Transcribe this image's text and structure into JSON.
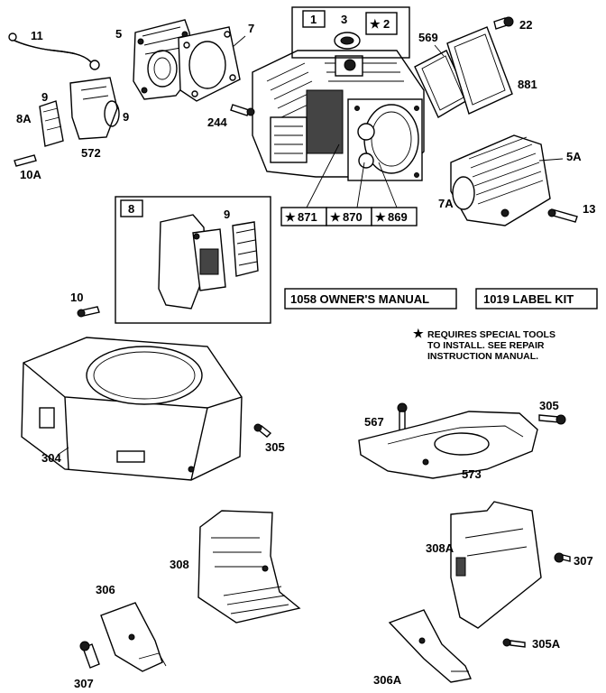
{
  "labels": {
    "p11": "11",
    "p5": "5",
    "p7": "7",
    "p1": "1",
    "p3": "3",
    "p2": "2",
    "p22": "22",
    "p569": "569",
    "p881": "881",
    "p9a": "9",
    "p9b": "9",
    "p8A": "8A",
    "p10A": "10A",
    "p572": "572",
    "p244": "244",
    "p5A": "5A",
    "p7A": "7A",
    "p13": "13",
    "p871": "871",
    "p870": "870",
    "p869": "869",
    "p8": "8",
    "p9c": "9",
    "p10": "10",
    "p304": "304",
    "p305a": "305",
    "p567": "567",
    "p305b": "305",
    "p573": "573",
    "p308": "308",
    "p308A": "308A",
    "p307a": "307",
    "p306": "306",
    "p307b": "307",
    "p305A": "305A",
    "p306A": "306A"
  },
  "boxes": {
    "manual": "1058 OWNER'S MANUAL",
    "label_kit": "1019 LABEL KIT"
  },
  "note": {
    "line1": "REQUIRES SPECIAL TOOLS",
    "line2": "TO INSTALL.  SEE REPAIR",
    "line3": "INSTRUCTION MANUAL."
  },
  "star_glyph": "★"
}
